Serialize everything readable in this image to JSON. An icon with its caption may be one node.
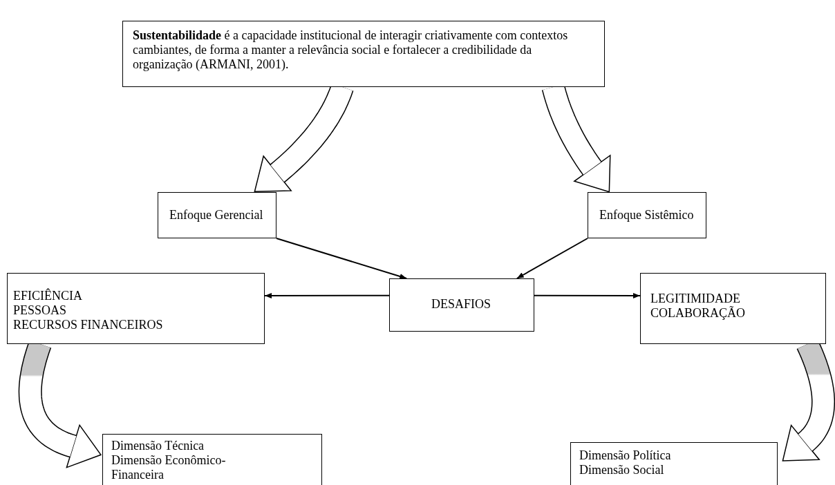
{
  "diagram": {
    "nodes": [
      {
        "text": [
          "**Sustentabilidade** é a capacidade institucional de interagir criativamente com contextos cambiantes, de forma a manter a relevância social e fortalecer a credibilidade da organização (ARMANI, 2001)."
        ]
      },
      {
        "text": [
          "Enfoque Gerencial"
        ]
      },
      {
        "text": [
          "Enfoque Sistêmico"
        ]
      },
      {
        "text": [
          "DESAFIOS"
        ]
      },
      {
        "text": [
          "EFICIÊNCIA",
          "PESSOAS",
          "RECURSOS FINANCEIROS"
        ]
      },
      {
        "text": [
          "LEGITIMIDADE",
          "COLABORAÇÃO"
        ]
      },
      {
        "text": [
          "Dimensão Técnica",
          "Dimensão Econômico-Financeira"
        ]
      },
      {
        "text": [
          "Dimensão Política",
          "Dimensão Social"
        ]
      }
    ],
    "edges": [
      {
        "from": 0,
        "to": 1,
        "arrow": "to",
        "style": "thick"
      },
      {
        "from": 0,
        "to": 2,
        "arrow": "to",
        "style": "thick"
      },
      {
        "from": 1,
        "to": 3,
        "arrow": "to"
      },
      {
        "from": 2,
        "to": 3,
        "arrow": "to"
      },
      {
        "from": 3,
        "to": 4,
        "arrow": "to"
      },
      {
        "from": 3,
        "to": 5,
        "arrow": "to"
      },
      {
        "from": 4,
        "to": 6,
        "arrow": "to",
        "style": "thick"
      },
      {
        "from": 5,
        "to": 7,
        "arrow": "to",
        "style": "thick"
      }
    ]
  }
}
